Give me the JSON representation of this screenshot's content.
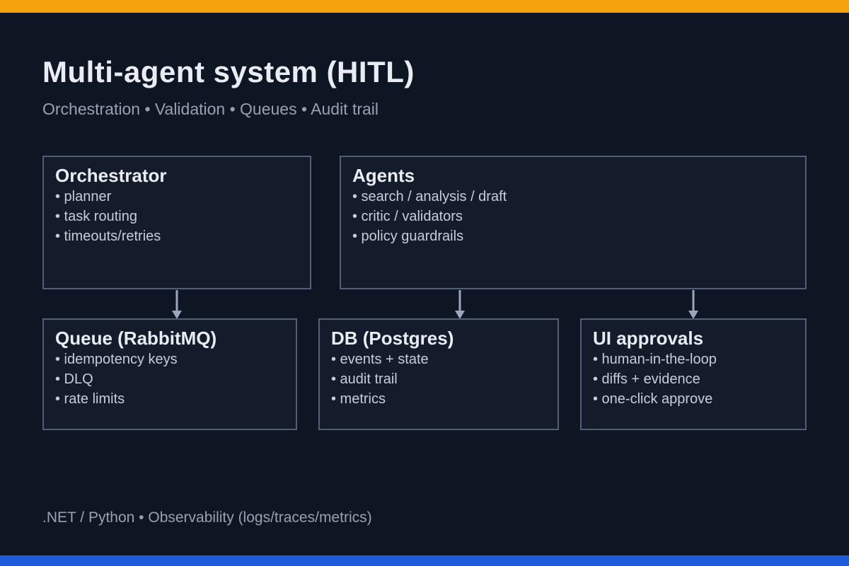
{
  "header": {
    "title": "Multi-agent system (HITL)",
    "subtitle": "Orchestration • Validation • Queues • Audit trail"
  },
  "diagram": {
    "boxes": [
      {
        "id": "orchestrator",
        "title": "Orchestrator",
        "items": [
          "• planner",
          "• task routing",
          "• timeouts/retries"
        ]
      },
      {
        "id": "agents",
        "title": "Agents",
        "items": [
          "• search / analysis / draft",
          "• critic / validators",
          "• policy guardrails"
        ]
      },
      {
        "id": "queue",
        "title": "Queue (RabbitMQ)",
        "items": [
          "• idempotency keys",
          "• DLQ",
          "• rate limits"
        ]
      },
      {
        "id": "db",
        "title": "DB (Postgres)",
        "items": [
          "• events + state",
          "• audit trail",
          "• metrics"
        ]
      },
      {
        "id": "ui",
        "title": "UI approvals",
        "items": [
          "• human-in-the-loop",
          "• diffs + evidence",
          "• one-click approve"
        ]
      }
    ],
    "arrows": [
      {
        "from": "orchestrator",
        "to": "queue"
      },
      {
        "from": "agents",
        "to": "db"
      },
      {
        "from": "agents",
        "to": "ui"
      }
    ]
  },
  "footer": {
    "text": ".NET / Python • Observability (logs/traces/metrics)"
  },
  "colors": {
    "top_bar": "#F5A20D",
    "bottom_bar": "#1D5BD8",
    "background": "#0F1623",
    "box_background": "#141C2B",
    "box_border": "#535F77",
    "title_text": "#E9ECF2",
    "body_text": "#C6CDD9",
    "muted_text": "#98A1B0",
    "arrow": "#9AA6BB"
  }
}
